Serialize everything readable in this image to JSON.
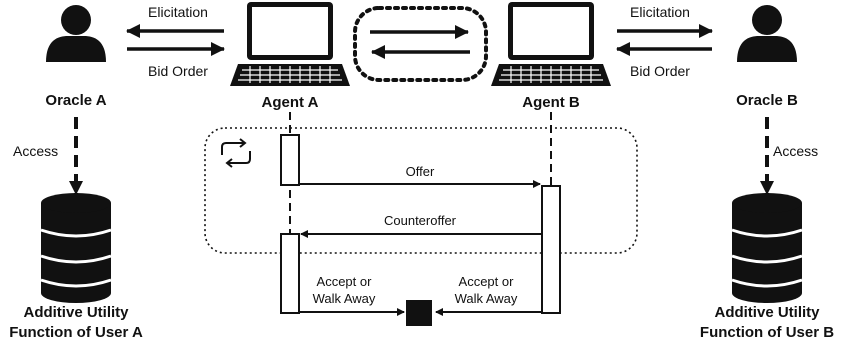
{
  "colors": {
    "ink": "#111111",
    "background": "#ffffff"
  },
  "oracle_a": {
    "name": "Oracle A",
    "icon": "person-icon"
  },
  "oracle_b": {
    "name": "Oracle B",
    "icon": "person-icon"
  },
  "agent_a": {
    "name": "Agent A",
    "icon": "laptop-icon"
  },
  "agent_b": {
    "name": "Agent B",
    "icon": "laptop-icon"
  },
  "left_links": {
    "top": "Elicitation",
    "bottom": "Bid Order"
  },
  "right_links": {
    "top": "Elicitation",
    "bottom": "Bid Order"
  },
  "access_left": "Access",
  "access_right": "Access",
  "database_a": {
    "icon": "database-icon",
    "line1": "Additive Utility",
    "line2": "Function of User A"
  },
  "database_b": {
    "icon": "database-icon",
    "line1": "Additive Utility",
    "line2": "Function of User B"
  },
  "sequence": {
    "loop_icon": "loop-icon",
    "offer": "Offer",
    "counteroffer": "Counteroffer",
    "accept_left": {
      "line1": "Accept or",
      "line2": "Walk Away"
    },
    "accept_right": {
      "line1": "Accept or",
      "line2": "Walk Away"
    },
    "end_icon": "end-state-icon"
  }
}
